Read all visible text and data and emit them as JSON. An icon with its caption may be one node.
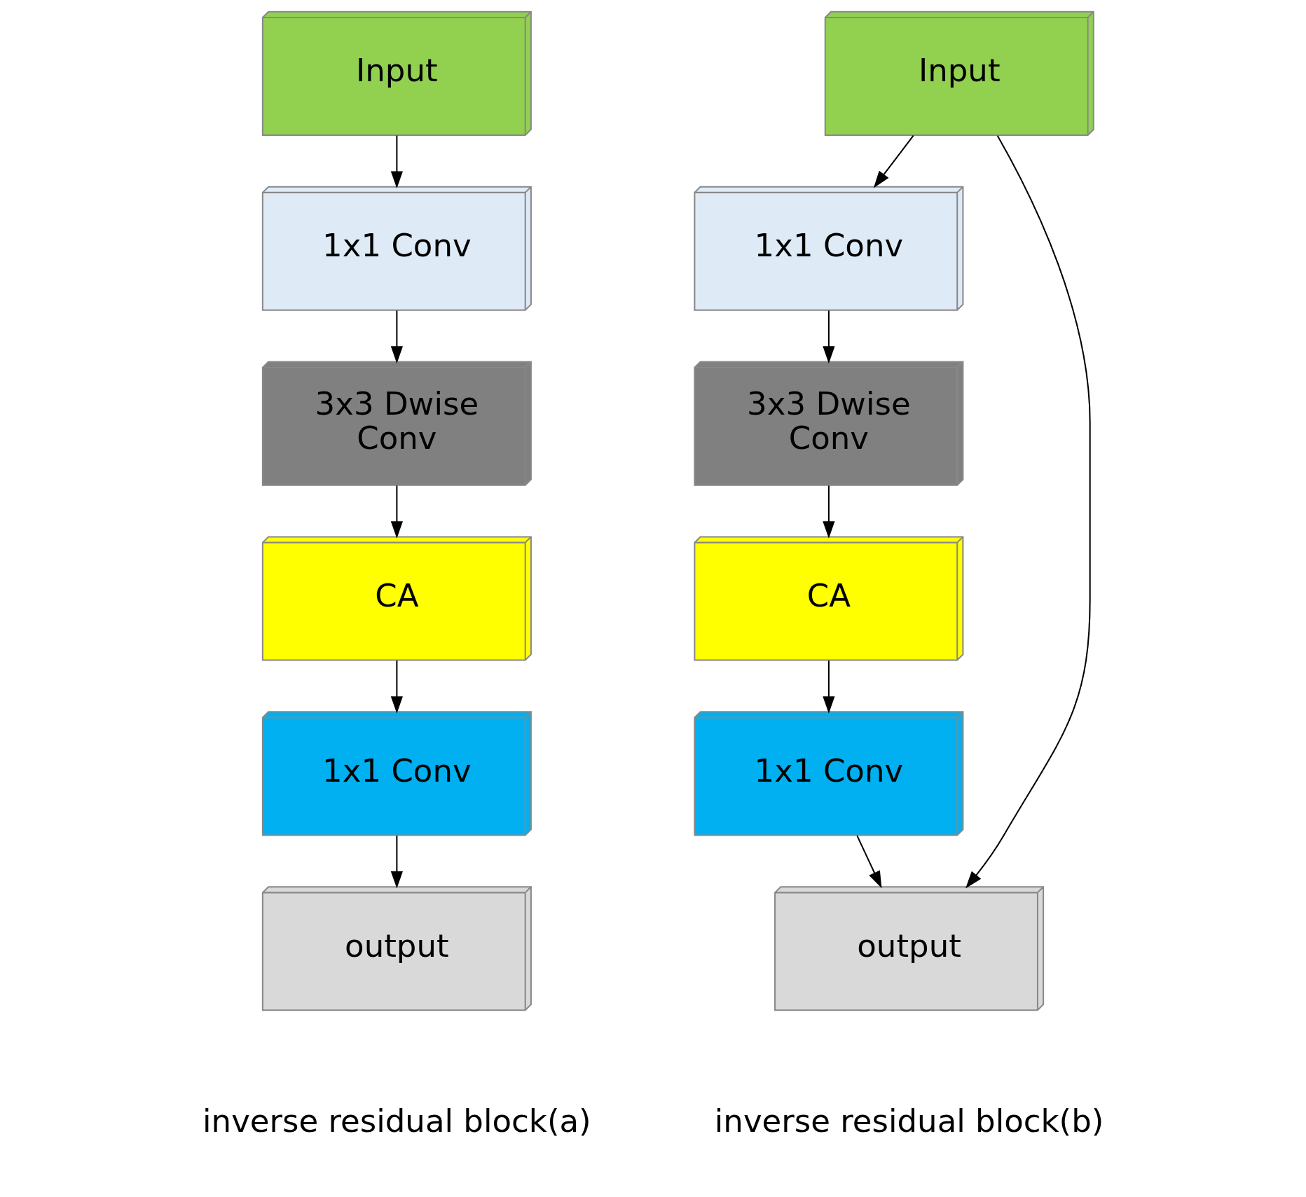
{
  "diagram": {
    "nodes": [
      {
        "text": [
          "Input"
        ]
      },
      {
        "text": [
          "1x1 Conv"
        ]
      },
      {
        "text": [
          "3x3 Dwise Conv"
        ]
      },
      {
        "text": [
          "CA"
        ]
      },
      {
        "text": [
          "1x1 Conv"
        ]
      },
      {
        "text": [
          "output"
        ],
        "beside": [
          "inverse residual block(a)"
        ]
      },
      {
        "text": [
          "Input"
        ]
      },
      {
        "text": [
          "1x1 Conv"
        ]
      },
      {
        "text": [
          "3x3 Dwise Conv"
        ]
      },
      {
        "text": [
          "CA"
        ]
      },
      {
        "text": [
          "1x1 Conv"
        ]
      },
      {
        "text": [
          "output"
        ],
        "beside": [
          "inverse residual block(b)"
        ]
      }
    ],
    "edges": [
      {
        "from": 0,
        "to": 1,
        "arrow": "to"
      },
      {
        "from": 1,
        "to": 2,
        "arrow": "to"
      },
      {
        "from": 2,
        "to": 3,
        "arrow": "to"
      },
      {
        "from": 3,
        "to": 4,
        "arrow": "to"
      },
      {
        "from": 4,
        "to": 5,
        "arrow": "to"
      },
      {
        "from": 6,
        "to": 7,
        "arrow": "to"
      },
      {
        "from": 7,
        "to": 8,
        "arrow": "to"
      },
      {
        "from": 8,
        "to": 9,
        "arrow": "to"
      },
      {
        "from": 9,
        "to": 10,
        "arrow": "to"
      },
      {
        "from": 10,
        "to": 11,
        "arrow": "to"
      },
      {
        "from": 6,
        "to": 11,
        "arrow": "to"
      }
    ]
  }
}
